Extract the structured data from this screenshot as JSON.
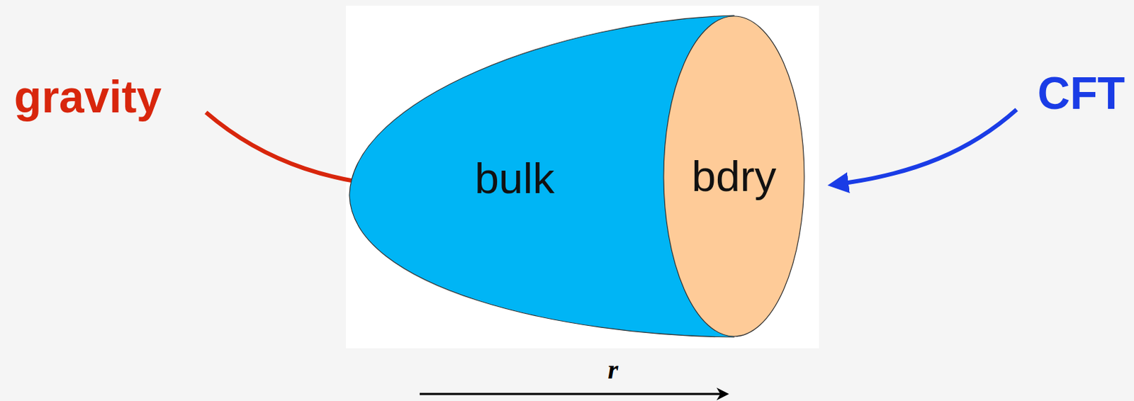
{
  "diagram": {
    "nodes": [
      {
        "text": [
          "bulk"
        ]
      },
      {
        "text": [
          "bdry"
        ]
      }
    ],
    "labels": [
      "gravity",
      "CFT",
      "r"
    ]
  }
}
